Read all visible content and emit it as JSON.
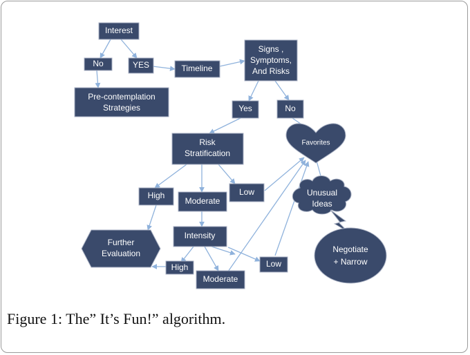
{
  "diagram": {
    "nodes": {
      "interest": "Interest",
      "no_top": "No",
      "yes_top": "YES",
      "precontemplation": [
        "Pre-contemplation",
        "Strategies"
      ],
      "timeline": "Timeline",
      "signs": [
        "Signs ,",
        "Symptoms,",
        "And Risks"
      ],
      "yes_mid": "Yes",
      "no_mid": "No",
      "favorites": "Favorites",
      "risk": [
        "Risk",
        "Stratification"
      ],
      "high_1": "High",
      "moderate_1": "Moderate",
      "low_1": "Low",
      "unusual": [
        "Unusual",
        "Ideas"
      ],
      "further": [
        "Further",
        "Evaluation"
      ],
      "intensity": "Intensity",
      "negotiate": [
        "Negotiate",
        "+ Narrow"
      ],
      "high_2": "High",
      "moderate_2": "Moderate",
      "low_2": "Low"
    },
    "colors": {
      "node_fill": "#3a4a6b",
      "edge": "#8fb2dc"
    }
  },
  "caption": "Figure 1: The” It’s Fun!” algorithm."
}
